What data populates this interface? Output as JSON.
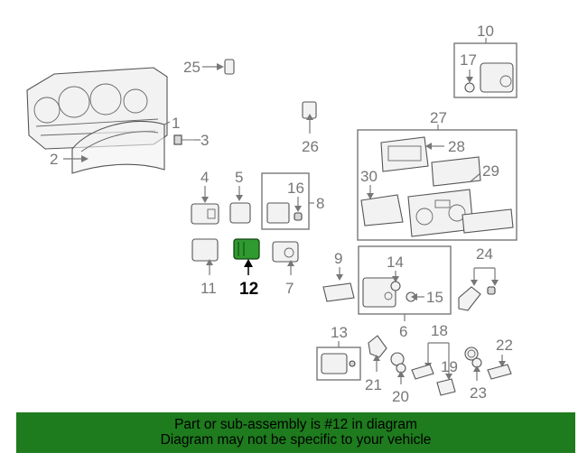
{
  "callouts": {
    "c1": "1",
    "c2": "2",
    "c3": "3",
    "c4": "4",
    "c5": "5",
    "c6": "6",
    "c7": "7",
    "c8": "8",
    "c9": "9",
    "c10": "10",
    "c11": "11",
    "c12": "12",
    "c13": "13",
    "c14": "14",
    "c15": "15",
    "c16": "16",
    "c17": "17",
    "c18": "18",
    "c19": "19",
    "c20": "20",
    "c21": "21",
    "c22": "22",
    "c23": "23",
    "c24": "24",
    "c25": "25",
    "c26": "26",
    "c27": "27",
    "c28": "28",
    "c29": "29",
    "c30": "30"
  },
  "highlight": {
    "part_number": "12",
    "color": "#2f9a2f"
  },
  "banner": {
    "line1": "Part or sub-assembly is #12 in diagram",
    "line2": "Diagram may not be specific to your vehicle",
    "background": "#1e7b1e"
  },
  "icons": [
    "instrument-cluster",
    "cluster-lens",
    "screw",
    "switch",
    "bulb-socket",
    "climate-control-panel",
    "display-unit"
  ]
}
